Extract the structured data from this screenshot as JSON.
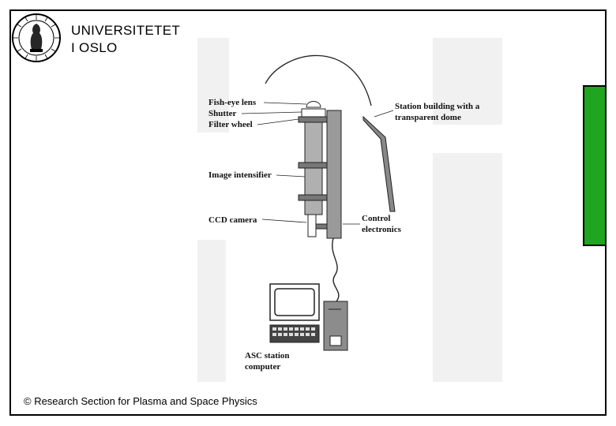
{
  "header": {
    "university_line1": "UNIVERSITETET",
    "university_line2": "I OSLO"
  },
  "diagram": {
    "labels": {
      "fisheye": "Fish-eye lens",
      "shutter": "Shutter",
      "filter": "Filter wheel",
      "intensifier": "Image intensifier",
      "ccd": "CCD camera",
      "station_1": "Station building with a",
      "station_2": "transparent dome",
      "control_1": "Control",
      "control_2": "electronics",
      "asc_1": "ASC station",
      "asc_2": "computer"
    }
  },
  "footer": {
    "copyright": "© Research Section for Plasma and Space Physics"
  },
  "colors": {
    "accent_green": "#1fa51f",
    "border": "#000000"
  },
  "icons": [
    "university-seal-logo"
  ]
}
